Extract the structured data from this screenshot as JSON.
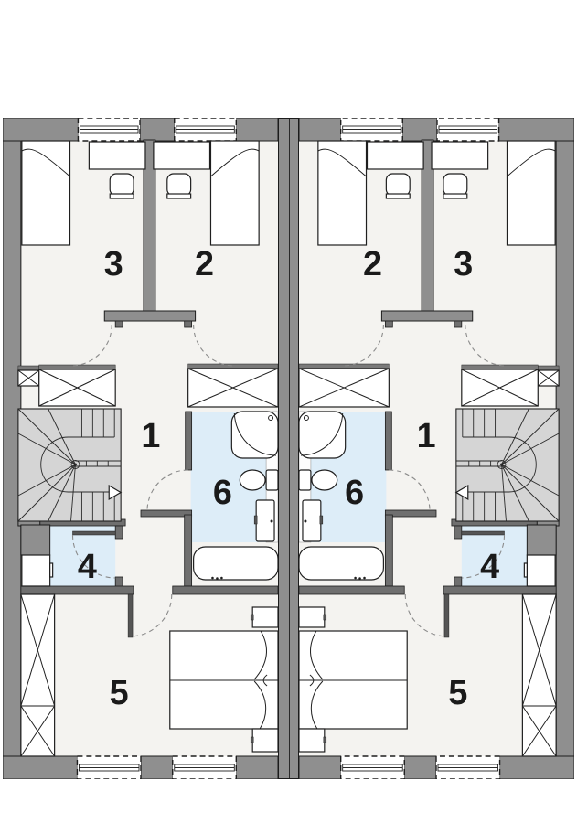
{
  "plan": {
    "type": "duplex-floor-plan",
    "units": [
      {
        "label": "left-unit"
      },
      {
        "label": "right-unit"
      }
    ],
    "room_labels": {
      "r1": "1",
      "r2": "2",
      "r3": "3",
      "r4": "4",
      "r5": "5",
      "r6": "6"
    },
    "colors": {
      "wall": "#8f8f8f",
      "floor": "#f4f3f0",
      "wet_floor": "#ddedf8",
      "stair_floor": "#d5d5d5",
      "outline": "#1c1c1c",
      "door_swing": "#8a8a8a"
    }
  }
}
